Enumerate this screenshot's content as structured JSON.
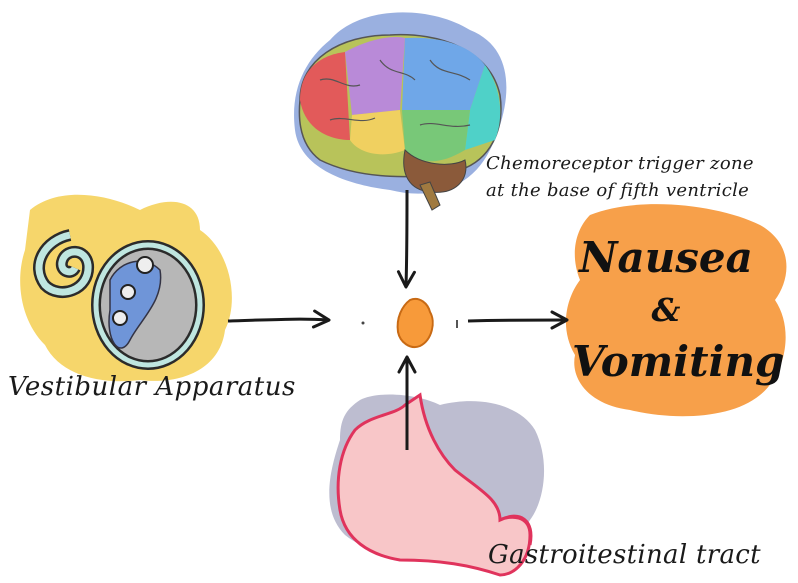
{
  "labels": {
    "ctz_line1": "Chemoreceptor trigger zone",
    "ctz_line2": "at the base of fifth ventricle",
    "vestibular": "Vestibular Apparatus",
    "gastro": "Gastroitestinal tract",
    "outcome_line1": "Nausea",
    "outcome_line2": "&",
    "outcome_line3": "Vomiting"
  },
  "colors": {
    "blob_blue": "#8fa7dd",
    "blob_yellow": "#f6d66b",
    "blob_grey": "#bdbdd0",
    "blob_orange": "#f7a04a",
    "center_node": "#f79a3a",
    "arrow": "#1a1a1a",
    "stomach_fill": "#f8c6c8",
    "stomach_outline": "#e0335c"
  }
}
